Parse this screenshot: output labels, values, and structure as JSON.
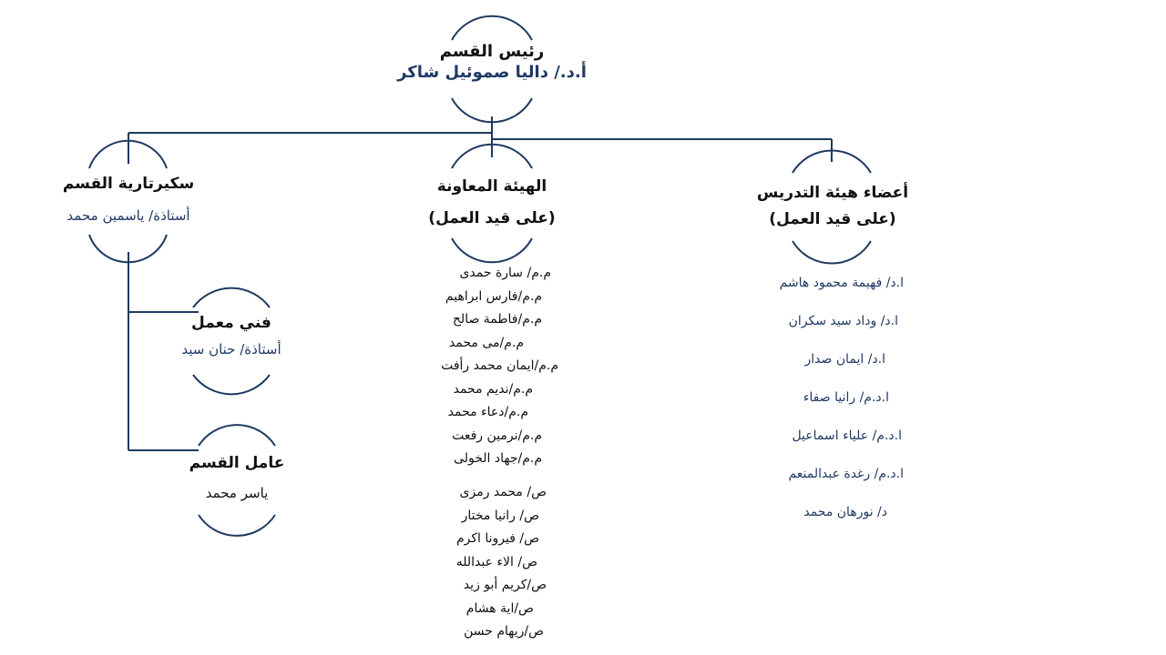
{
  "colors": {
    "line": "#1f3a5f",
    "title": "#111111",
    "subtitle": "#1f3a64"
  },
  "head": {
    "title": "رئيس القسم",
    "name": "أ.د./ داليا صموئيل شاكر"
  },
  "secretary": {
    "title": "سكيرتارية القسم",
    "name": "أستاذة/ ياسمين محمد"
  },
  "technician": {
    "title": "فني معمل",
    "name": "أستاذة/ حنان سيد"
  },
  "worker": {
    "title": "عامل القسم",
    "name": "ياسر محمد"
  },
  "assistant_staff": {
    "title": "الهيئة المعاونة",
    "subtitle": "(على قيد العمل)",
    "members_mm": [
      "م.م/ سارة حمدى",
      "م.م/فارس ابراهيم",
      "م.م/فاطمة صالح",
      "م.م/مى محمد",
      "م.م/ايمان محمد رأفت",
      "م.م/نديم محمد",
      "م.م/دعاء محمد",
      "م.م/نرمين رفعت",
      "م.م/جهاد الخولى"
    ],
    "members_s": [
      "ص/ محمد رمزى",
      "ص/ رانيا مختار",
      "ص/ فيرونا اكرم",
      "ص/ الاء عبدالله",
      "ص/كريم أبو زيد",
      "ص/اية هشام",
      "ص/ريهام حسن"
    ]
  },
  "faculty": {
    "title": "أعضاء هيئة التدريس",
    "subtitle": "(على قيد العمل)",
    "members": [
      "ا.د/ فهيمة محمود هاشم",
      "ا.د/ وداد سيد سكران",
      "ا.د/ ايمان صدار",
      "ا.د.م/ رانيا صفاء",
      "ا.د.م/ علياء اسماعيل",
      "ا.د.م/ رغدة عبدالمنعم",
      "د/ نورهان محمد"
    ]
  }
}
